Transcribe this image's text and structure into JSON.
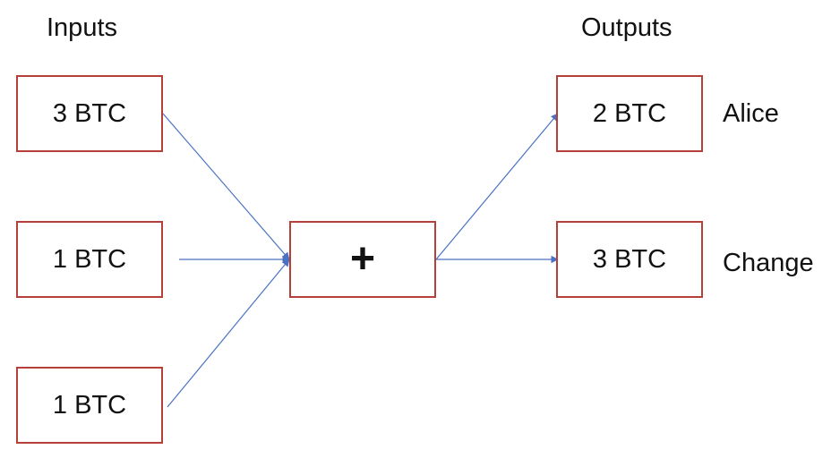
{
  "headings": {
    "inputs": "Inputs",
    "outputs": "Outputs"
  },
  "inputs": [
    {
      "amount": "3 BTC"
    },
    {
      "amount": "1 BTC"
    },
    {
      "amount": "1 BTC"
    }
  ],
  "combiner": {
    "symbol": "+"
  },
  "outputs": [
    {
      "amount": "2 BTC",
      "recipient": "Alice"
    },
    {
      "amount": "3 BTC",
      "recipient": "Change"
    }
  ],
  "colors": {
    "box_border": "#b5403a",
    "arrow": "#4a72c4"
  }
}
